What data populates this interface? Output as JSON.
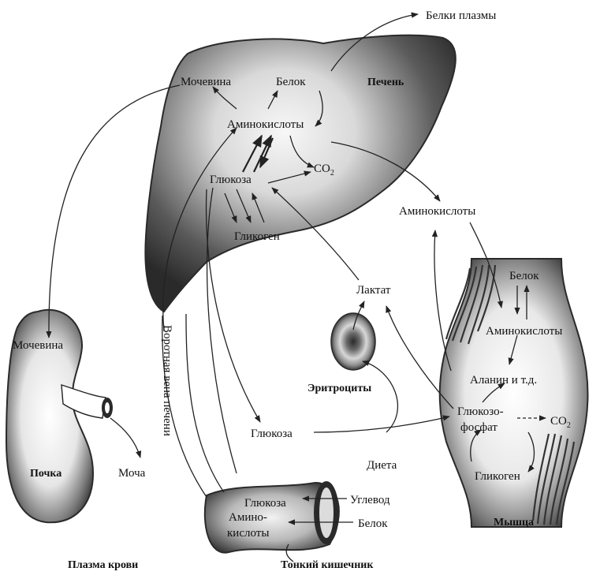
{
  "labels": {
    "plasma_proteins": "Белки плазмы",
    "urea_liver": "Мочевина",
    "protein_liver": "Белок",
    "liver": "Печень",
    "amino_acids_liver": "Аминокислоты",
    "co2_liver": "CO",
    "co2_liver_sub": "2",
    "glucose_liver": "Глюкоза",
    "glycogen_liver": "Гликоген",
    "amino_acids_plasma": "Аминокислоты",
    "lactate": "Лактат",
    "protein_muscle": "Белок",
    "amino_acids_muscle": "Аминокислоты",
    "alanine": "Аланин и т.д.",
    "erythrocytes": "Эритроциты",
    "glucose6p_line1": "Глюкозо-",
    "glucose6p_line2": "фосфат",
    "co2_muscle": "CO",
    "co2_muscle_sub": "2",
    "glucose_plasma": "Глюкоза",
    "diet": "Диета",
    "glycogen_muscle": "Гликоген",
    "muscle": "Мышца",
    "urea_kidney": "Мочевина",
    "kidney": "Почка",
    "urine": "Моча",
    "portal_vein": "Воротная вена печени",
    "glucose_intestine": "Глюкоза",
    "carbohydrate": "Углевод",
    "amino_line1": "Амино-",
    "amino_line2": "кислоты",
    "protein_intestine": "Белок",
    "blood_plasma": "Плазма крови",
    "small_intestine": "Тонкий кишечник"
  },
  "colors": {
    "organ_dark": "#2e2e2e",
    "organ_light": "#f4f4f4",
    "line": "#222222"
  }
}
